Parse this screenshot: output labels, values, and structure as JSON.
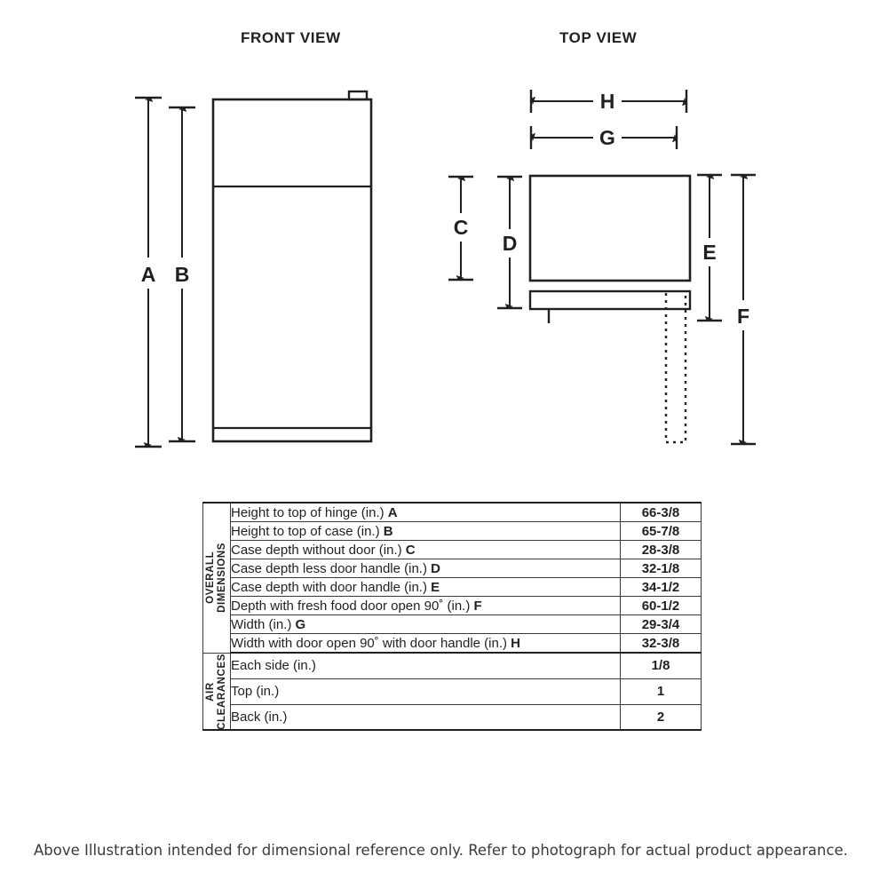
{
  "views": {
    "front": {
      "title": "FRONT VIEW"
    },
    "top": {
      "title": "TOP VIEW"
    }
  },
  "dimension_letters": {
    "A": "A",
    "B": "B",
    "C": "C",
    "D": "D",
    "E": "E",
    "F": "F",
    "G": "G",
    "H": "H"
  },
  "table": {
    "sections": [
      {
        "group_label": "OVERALL\nDIMENSIONS",
        "rows": [
          {
            "description": "Height to top of hinge (in.) ",
            "letter": "A",
            "value": "66-3/8"
          },
          {
            "description": "Height to top of case (in.) ",
            "letter": "B",
            "value": "65-7/8"
          },
          {
            "description": "Case depth without door (in.) ",
            "letter": "C",
            "value": "28-3/8"
          },
          {
            "description": "Case depth less door handle (in.) ",
            "letter": "D",
            "value": "32-1/8"
          },
          {
            "description": "Case depth with door handle (in.) ",
            "letter": "E",
            "value": "34-1/2"
          },
          {
            "description": "Depth with fresh food door open 90˚ (in.) ",
            "letter": "F",
            "value": "60-1/2"
          },
          {
            "description": "Width (in.) ",
            "letter": "G",
            "value": "29-3/4"
          },
          {
            "description": "Width with door open 90˚ with door handle (in.) ",
            "letter": "H",
            "value": "32-3/8"
          }
        ]
      },
      {
        "group_label": "AIR\nCLEARANCES",
        "rows": [
          {
            "description": "Each side (in.)",
            "letter": "",
            "value": "1/8"
          },
          {
            "description": "Top (in.)",
            "letter": "",
            "value": "1"
          },
          {
            "description": "Back (in.)",
            "letter": "",
            "value": "2"
          }
        ]
      }
    ]
  },
  "footnote": "Above Illustration intended for dimensional reference only. Refer to photograph for actual product appearance.",
  "colors": {
    "line": "#231f20",
    "table_border": "#3a3a3a",
    "text": "#231f20",
    "footnote_text": "#3b3b3b",
    "background": "#ffffff"
  }
}
